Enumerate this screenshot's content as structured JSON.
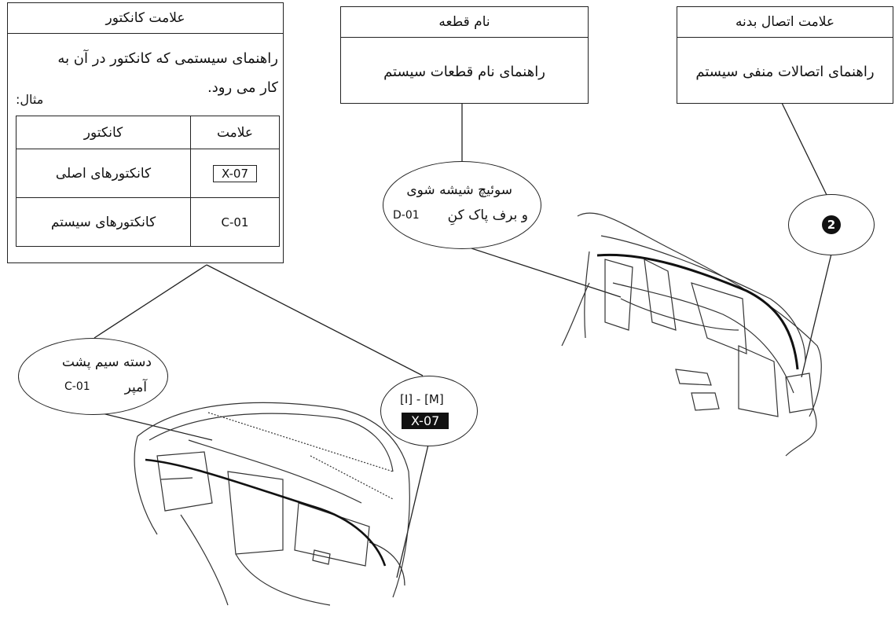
{
  "connector_box": {
    "title": "علامت کانکتور",
    "line1": "راهنمای سیستمی که کانکتور در آن به",
    "line2": "کار می رود.",
    "example_label": "مثال:",
    "table": {
      "header_connector": "کانکتور",
      "header_mark": "علامت",
      "rows": [
        {
          "connector": "کانکتورهای اصلی",
          "mark": "X-07"
        },
        {
          "connector": "کانکتورهای سیستم",
          "mark": "C-01"
        }
      ]
    }
  },
  "part_box": {
    "title": "نام قطعه",
    "body": "راهنمای نام قطعات سیستم"
  },
  "ground_box": {
    "title": "علامت اتصال بدنه",
    "body": "راهنمای اتصالات منفی سیستم"
  },
  "callouts": {
    "washer_line1": "سوئیچ شیشه شوی",
    "washer_line2": "و برف پاک کنِ",
    "washer_code": "D-01",
    "ground_number": "2",
    "harness_line1": "دسته سیم پشت",
    "harness_line2": "آمپر",
    "harness_code": "C-01",
    "main_range": "[I] - [M]",
    "main_code": "X-07"
  }
}
